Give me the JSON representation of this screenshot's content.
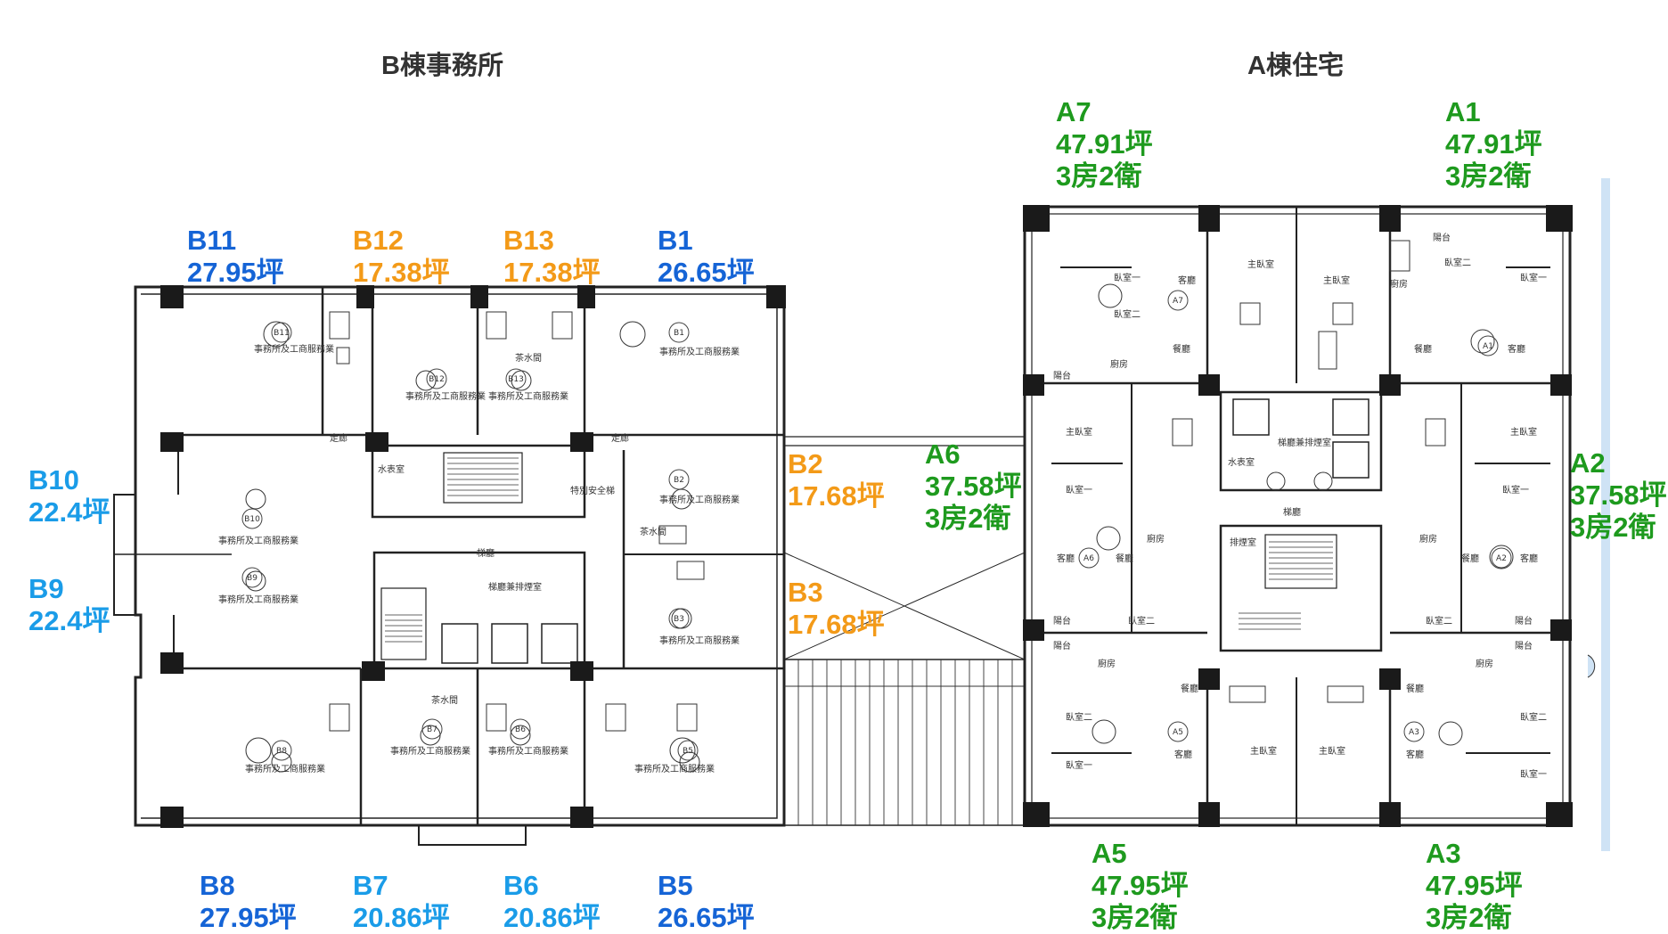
{
  "titles": {
    "office": "B棟事務所",
    "residence": "A棟住宅"
  },
  "colors": {
    "blue": "#1564d6",
    "sky": "#1a9ce8",
    "orange": "#f39a18",
    "green": "#1e9a1e"
  },
  "units": {
    "b11": {
      "name": "B11",
      "area": "27.95坪"
    },
    "b12": {
      "name": "B12",
      "area": "17.38坪"
    },
    "b13": {
      "name": "B13",
      "area": "17.38坪"
    },
    "b1": {
      "name": "B1",
      "area": "26.65坪"
    },
    "b10": {
      "name": "B10",
      "area": "22.4坪"
    },
    "b9": {
      "name": "B9",
      "area": "22.4坪"
    },
    "b2": {
      "name": "B2",
      "area": "17.68坪"
    },
    "b3": {
      "name": "B3",
      "area": "17.68坪"
    },
    "b8": {
      "name": "B8",
      "area": "27.95坪"
    },
    "b7": {
      "name": "B7",
      "area": "20.86坪"
    },
    "b6": {
      "name": "B6",
      "area": "20.86坪"
    },
    "b5": {
      "name": "B5",
      "area": "26.65坪"
    },
    "a7": {
      "name": "A7",
      "area": "47.91坪",
      "rooms": "3房2衛"
    },
    "a1": {
      "name": "A1",
      "area": "47.91坪",
      "rooms": "3房2衛"
    },
    "a6": {
      "name": "A6",
      "area": "37.58坪",
      "rooms": "3房2衛"
    },
    "a2": {
      "name": "A2",
      "area": "37.58坪",
      "rooms": "3房2衛"
    },
    "a5": {
      "name": "A5",
      "area": "47.95坪",
      "rooms": "3房2衛"
    },
    "a3": {
      "name": "A3",
      "area": "47.95坪",
      "rooms": "3房2衛"
    }
  },
  "plan_text": {
    "office_use": "事務所及工商服務業",
    "tea_room": "茶水間",
    "balcony": "陽台",
    "corridor": "走廊",
    "lobby": "梯廳",
    "lobby_smoke": "梯廳兼排煙室",
    "water_meter": "水表室",
    "special_stair": "特別安全梯",
    "living": "客廳",
    "dining": "餐廳",
    "kitchen": "廚房",
    "master": "主臥室",
    "bedroom1": "臥室一",
    "bedroom2": "臥室二",
    "smoke_room": "排煙室",
    "b1_tag": "B1",
    "b2_tag": "B2",
    "b3_tag": "B3",
    "b5_tag": "B5",
    "b6_tag": "B6",
    "b7_tag": "B7",
    "b8_tag": "B8",
    "b9_tag": "B9",
    "b10_tag": "B10",
    "b11_tag": "B11",
    "b12_tag": "B12",
    "b13_tag": "B13",
    "a1_tag": "A1",
    "a2_tag": "A2",
    "a3_tag": "A3",
    "a5_tag": "A5",
    "a6_tag": "A6",
    "a7_tag": "A7"
  }
}
